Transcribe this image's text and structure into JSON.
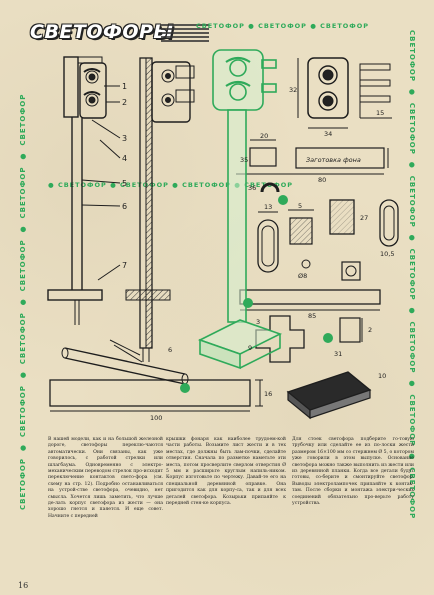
{
  "title": "СВЕТОФОРЫ",
  "side_label": "СВЕТОФОР",
  "page_number": "16",
  "callouts": [
    "1",
    "2",
    "3",
    "4",
    "5",
    "6",
    "7"
  ],
  "dims": {
    "d32": "32",
    "d20": "20",
    "d34": "34",
    "d15": "15",
    "d35": "35",
    "d80": "80",
    "d13": "13",
    "d5": "5",
    "d27": "27",
    "d10_5": "10,5",
    "d8": "8",
    "d85": "85",
    "d100": "100",
    "d16": "16",
    "d10": "10",
    "d3": "3",
    "d2": "2",
    "d6": "6",
    "d31": "31",
    "d9": "9",
    "d36": "36",
    "plate_label": "Заготовка фона",
    "hole_label": "Ø8"
  },
  "columns": [
    "В нашей модели, как и на большой железной дороге, светофоры переклю-чаются автоматически. Они связаны, как уже говорилось, с работой стрелки или шлагбаума. Одновременно с электро-механическим переводом стрелок про-исходит переключение контактов свето-фора (см. схему на стр. 12). Подробно останавливаться на устрой-стве светофора, очевидно, нет смысла. Хочется лишь заметить, что лучше де-лать корпус светофора из жести — она хорошо гнется и паяется. И еще совет. Начните с передней",
    "крышки фонаря как наиболее трудоем-кой части работы. Возьмите лист жести и в тех местах, где должны быть лам-почки, сделайте отверстия. Сначала по разметке наметьте эти места, потом просверлите сверлом отверстия Ø 5 мм и расширьте круглым напиль-ником. Корпус изготовьте по чертежу. Давай-те его на специальной деревянной оправке. Она пригодится как для корпу-са, так и для всех деталей светофора. Козырьки припаяйте к передней стен-ке корпуса.",
    "Для стоек светофора подберите го-товую трубочку или сделайте ее из по-лоски жести размером 16×100 мм со стержнем Ø 5, о котором уже говорили в этом выпуске. Основание светофора можно также выполнить из жести или из деревянной планки. Когда все детали будут готовы, со-берите и смонтируйте светофор. Выводы электролампочек припаяйте к контак-там. После сборки и монтажа электри-ческих соединений обязательно про-верьте работу устройства."
  ],
  "colors": {
    "green": "#2faa5a",
    "ink": "#1e1e1e",
    "paper": "#eadfc3"
  }
}
